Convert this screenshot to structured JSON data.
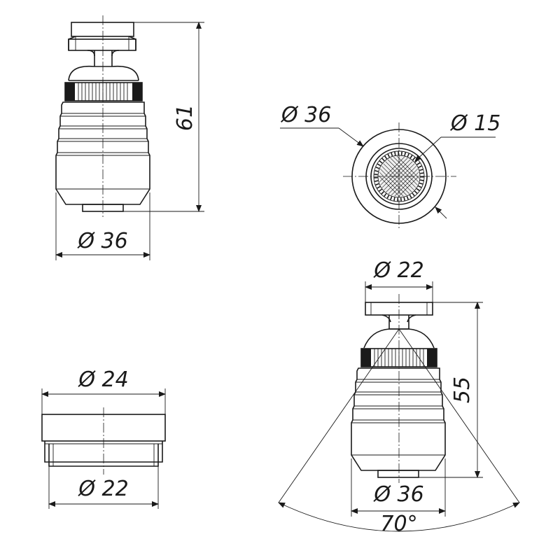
{
  "views": {
    "side_view": {
      "height_label": "61",
      "body_diameter_label": "Ø 36"
    },
    "end_view": {
      "outer_diameter_label": "Ø 36",
      "mesh_diameter_label": "Ø 15"
    },
    "adapter_view": {
      "top_diameter_label": "Ø 24",
      "thread_diameter_label": "Ø 22"
    },
    "swivel_view": {
      "top_diameter_label": "Ø 22",
      "height_label": "55",
      "body_diameter_label": "Ø 36",
      "angle_label": "70°"
    }
  },
  "colors": {
    "line": "#1a1a1a",
    "background": "#ffffff"
  }
}
